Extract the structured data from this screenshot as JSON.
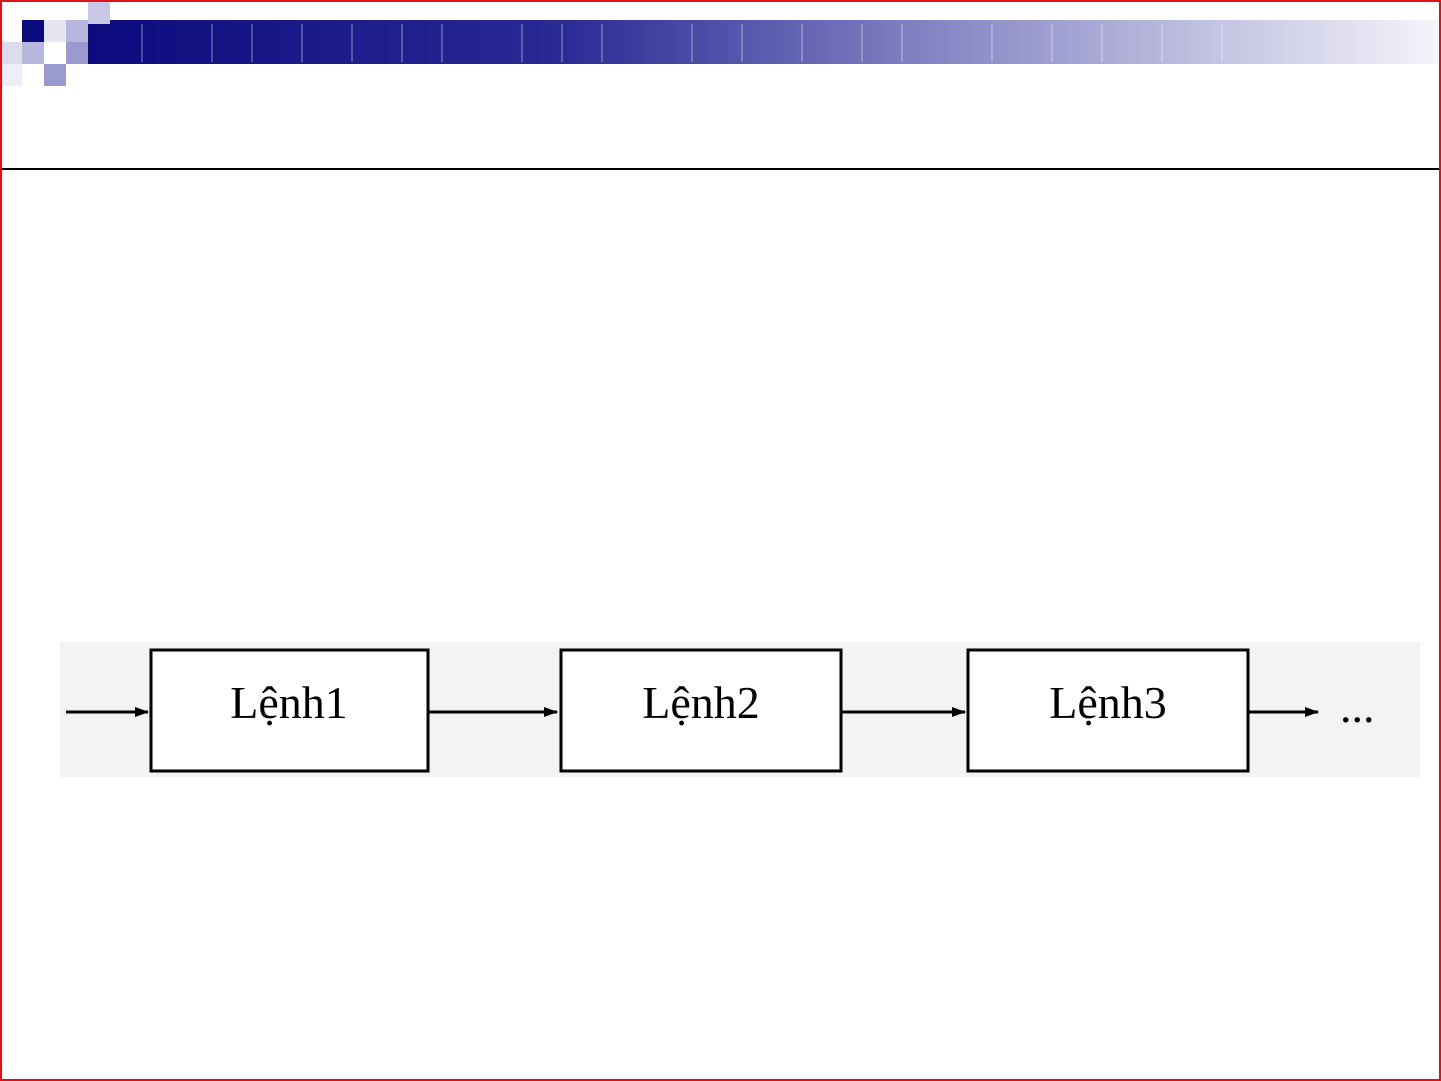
{
  "slide": {
    "border_color": "#e0101a",
    "header_colors": {
      "dark": "#0b0b7e",
      "mid": "#6b6bb8",
      "light": "#b7b7dd",
      "faint": "#e6e6f3"
    }
  },
  "diagram": {
    "boxes": [
      {
        "label": "Lệnh1"
      },
      {
        "label": "Lệnh2"
      },
      {
        "label": "Lệnh3"
      }
    ],
    "trailing": "..."
  }
}
